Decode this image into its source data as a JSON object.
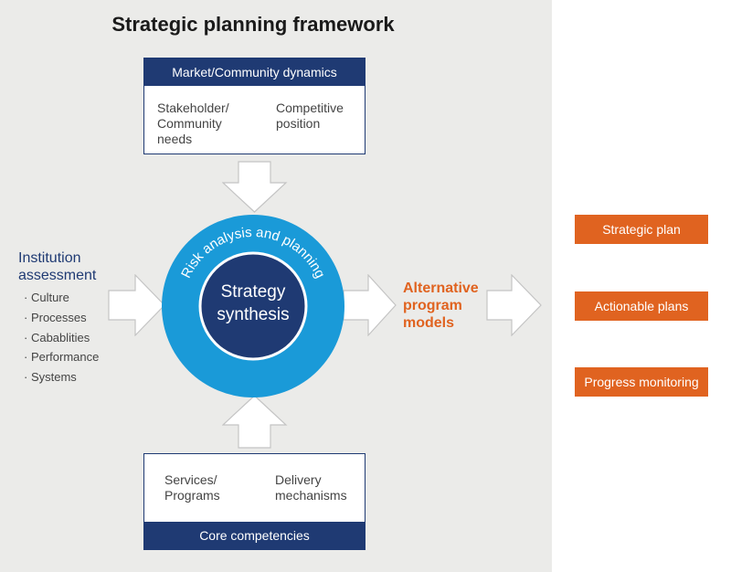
{
  "title": "Strategic planning framework",
  "market_box": {
    "header": "Market/Community dynamics",
    "items": [
      "Stakeholder/\nCommunity\nneeds",
      "Competitive\nposition"
    ]
  },
  "core_box": {
    "header": "Core competencies",
    "items": [
      "Services/\nPrograms",
      "Delivery\nmechanisms"
    ]
  },
  "center": {
    "ring_label": "Risk analysis and planning",
    "core_label_line1": "Strategy",
    "core_label_line2": "synthesis"
  },
  "institution": {
    "title": "Institution\nassessment",
    "items": [
      "Culture",
      "Processes",
      "Cabablities",
      "Performance",
      "Systems"
    ]
  },
  "alternative": "Alternative\nprogram\nmodels",
  "outcomes": [
    "Strategic plan",
    "Actionable plans",
    "Progress monitoring"
  ],
  "colors": {
    "navy": "#1f3a73",
    "ring_blue": "#1a9ad8",
    "orange": "#e06320",
    "panel_gray": "#ebebe9"
  }
}
